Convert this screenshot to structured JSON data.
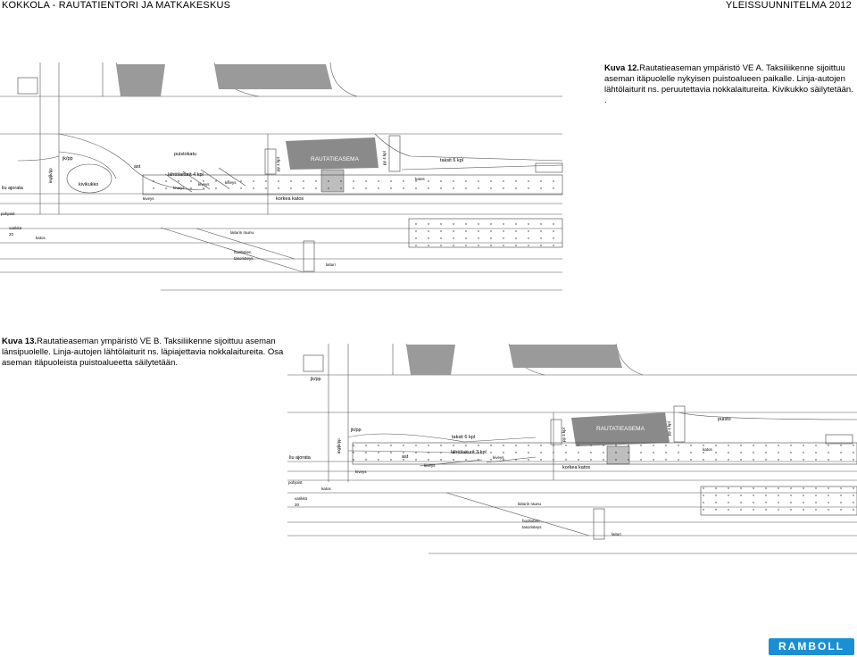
{
  "header": {
    "left": "KOKKOLA - RAUTATIENTORI JA MATKAKESKUS",
    "right": "YLEISSUUNNITELMA 2012"
  },
  "caption_a": {
    "label": "Kuva 12.",
    "text": "Rautatieaseman ympäristö VE A. Taksiliikenne sijoittuu aseman itäpuolelle nykyisen puistoalueen paikalle. Linja-autojen lähtölaiturit ns. peruutettavia nokkalaitureita. Kivikukko säilytetään. ."
  },
  "caption_b": {
    "label": "Kuva 13.",
    "text": "Rautatieaseman ympäristö VE B. Taksiliikenne sijoittuu aseman länsipuolelle. Linja-autojen lähtölaiturit ns. läpiajettavia nokkalaitureita. Osa aseman itäpuoleista puistoalueetta säilytetään."
  },
  "plan_a": {
    "jkpp": "jk/pp",
    "jkpp_vert": "ing/jk/pp",
    "ast": "ast",
    "puistokatu": "puistokatu",
    "lahtolaiturit": "lähtölaiturit 4 kpl",
    "kiveys1": "kiveys",
    "kiveys2": "kiveys",
    "kiveys3": "kiveys",
    "kiveys4": "kiveys",
    "kivikukko": "kivikukko",
    "ajorata": "liu ajorata",
    "asema": "RAUTATIEASEMA",
    "pp1": "pp 4 kpl",
    "pp2": "pp 4 kpl",
    "taksit": "taksit 6 kpl",
    "katos1": "katos",
    "katos2": "katos",
    "korkea_katos": "korkea katos",
    "laituriraunu": "laiturin raunu",
    "huoltotien": "huoltotien",
    "tasoristeys": "tasoristeys",
    "laituri": "laituri",
    "pohjoist": "pohjoist",
    "varikko": "varikkö",
    "num": "20"
  },
  "plan_b": {
    "jkpp_top": "jk/pp",
    "jkpp": "jk/pp",
    "jkpp_vert": "ing/jk/pp",
    "ast": "ast",
    "taksit": "taksit 6 kpl",
    "lahtolaiturit": "lähtölaiturit 3 kpl",
    "kiveys1": "kiveys",
    "kiveys2": "kiveys",
    "kiveys3": "kiveys",
    "ajorata": "liu ajorata",
    "asema": "RAUTATIEASEMA",
    "pp1": "pp 4 kpl",
    "pp2": "pp 4 kpl",
    "puisto": "puisto",
    "katos1": "katos",
    "katos2": "katos",
    "korkea_katos": "korkea katos",
    "laituriraunu": "laiturin raunu",
    "huoltotien": "huoltotien",
    "tasoristeys": "tasoristeys",
    "laituri": "laituri",
    "pohjoist": "pohjoist",
    "varikko": "varikkö",
    "num": "20"
  },
  "logo": {
    "text": "RAMBOLL",
    "color": "#1a8fd3"
  }
}
